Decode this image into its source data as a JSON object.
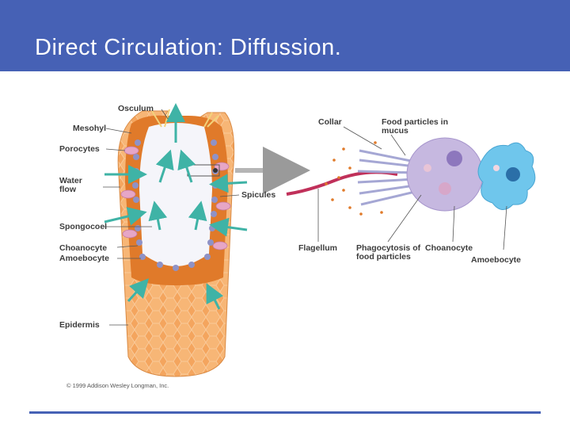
{
  "slide": {
    "title": "Direct Circulation: Diffussion.",
    "accent_color": "#4661b5"
  },
  "figure": {
    "labels": {
      "osculum": "Osculum",
      "mesohyl": "Mesohyl",
      "porocytes": "Porocytes",
      "water_flow": "Water flow",
      "spongocoel": "Spongocoel",
      "choanocyte_left": "Choanocyte",
      "amoebocyte_left": "Amoebocyte",
      "epidermis": "Epidermis",
      "spicules": "Spicules",
      "collar": "Collar",
      "food_particles": "Food particles in mucus",
      "flagellum": "Flagellum",
      "phagocytosis": "Phagocytosis of food particles",
      "choanocyte_right": "Choanocyte",
      "amoebocyte_right": "Amoebocyte"
    },
    "copyright": "© 1999 Addison Wesley Longman, Inc.",
    "colors": {
      "body_orange": "#f2a35a",
      "mesohyl": "#e07a2a",
      "arrow_teal": "#3fb3a6",
      "choanocyte_purple": "#c6b8e0",
      "amoebocyte_blue": "#6fc6ec",
      "flagellum_red": "#c0305a"
    }
  }
}
